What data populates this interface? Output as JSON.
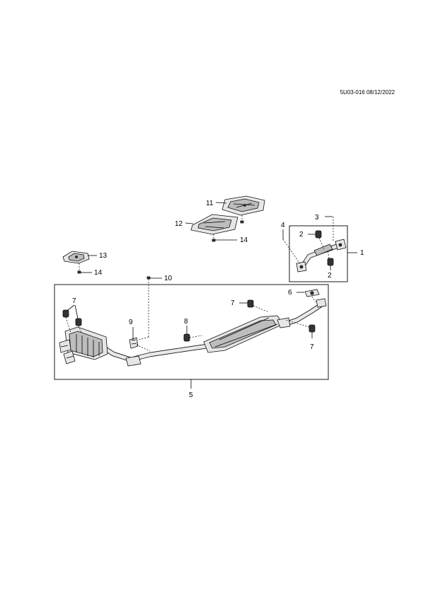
{
  "reference_code": "5U03-016 08/12/2022",
  "callouts": {
    "c1": "1",
    "c2a": "2",
    "c2b": "2",
    "c3": "3",
    "c4": "4",
    "c5": "5",
    "c6": "6",
    "c7a": "7",
    "c7b": "7",
    "c7c": "7",
    "c8": "8",
    "c9": "9",
    "c10": "10",
    "c11": "11",
    "c12": "12",
    "c13": "13",
    "c14a": "14",
    "c14b": "14"
  }
}
